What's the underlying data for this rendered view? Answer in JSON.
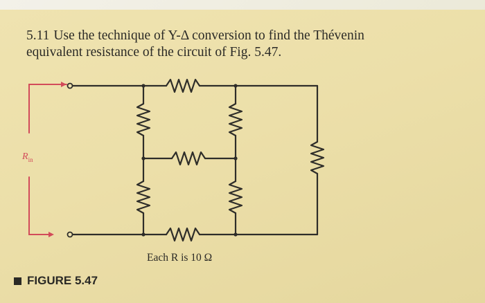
{
  "problem": {
    "number": "5.11",
    "text_line1": "Use the technique of Y-Δ conversion to find the Thévenin",
    "text_line2": "equivalent resistance of the circuit of Fig. 5.47."
  },
  "circuit": {
    "rin_symbol": "R",
    "rin_subscript": "in",
    "caption": "Each R is 10 Ω"
  },
  "figure_label": "FIGURE 5.47",
  "colors": {
    "paper": "#ecdfa9",
    "ink": "#2b2a26",
    "accent": "#d24b5a"
  }
}
